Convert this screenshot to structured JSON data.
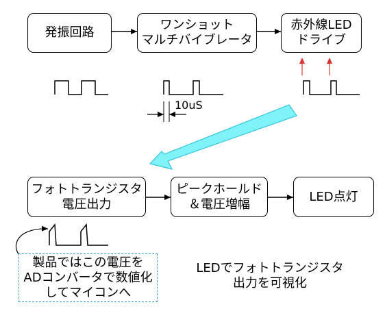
{
  "blocks": {
    "oscillator": {
      "lines": [
        "発振回路"
      ]
    },
    "one_shot": {
      "lines": [
        "ワンショット",
        "マルチバイブレータ"
      ]
    },
    "ir_led_drive": {
      "lines": [
        "赤外線LED",
        "ドライブ"
      ]
    },
    "phototransistor": {
      "lines": [
        "フォトトランジスタ",
        "電圧出力"
      ]
    },
    "peak_hold": {
      "lines": [
        "ピークホールド",
        "＆電圧増幅"
      ]
    },
    "led_light": {
      "lines": [
        "LED点灯"
      ]
    }
  },
  "pulse_width_label": "10uS",
  "note": {
    "lines": [
      "製品ではこの電圧を",
      "ADコンバータで数値化",
      "してマイコンへ"
    ]
  },
  "caption": {
    "lines": [
      "LEDでフォトトランジスタ",
      "出力を可視化"
    ]
  },
  "colors": {
    "line": "#000000",
    "ir_arrow": "#e03030",
    "light_beam": "#7ff3f7",
    "light_beam_edge": "#33c5e0",
    "note_border": "#3aa0d8"
  }
}
